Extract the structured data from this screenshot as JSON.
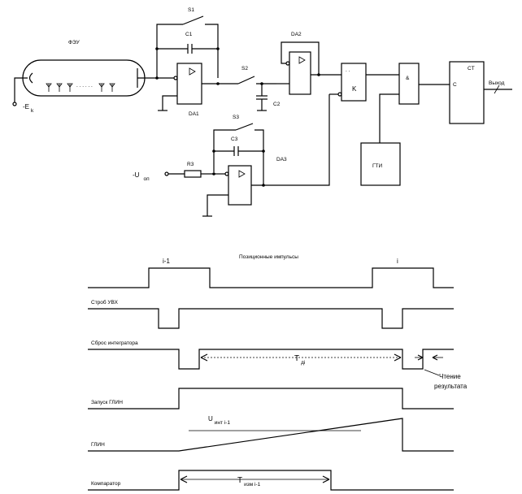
{
  "circuit": {
    "pmt_label": "ФЭУ",
    "ek_main": "-E",
    "ek_sub": "k",
    "s1": "S1",
    "c1": "C1",
    "da1": "DA1",
    "s2": "S2",
    "c2": "C2",
    "da2": "DA2",
    "k": "K",
    "k_dots": ". .",
    "and_symbol": "&",
    "ct": "CT",
    "c_input": "C",
    "output": "Выход",
    "s3": "S3",
    "c3": "C3",
    "da3": "DA3",
    "r3": "R3",
    "uon_main": "-U",
    "uon_sub": "оп",
    "gti": "ГТИ",
    "pmt_dots": ". . . . . ."
  },
  "timing": {
    "i_prev": "i-1",
    "i_cur": "i",
    "position_pulses": "Позиционные импульсы",
    "strobe": "Строб УВХ",
    "reset": "Сброс интегратора",
    "td_main": "T",
    "td_sub": "дi",
    "read_1": "Чтение",
    "read_2": "результата",
    "start_glin": "Запуск ГЛИН",
    "glin": "ГЛИН",
    "u_main": "U",
    "u_sub": "инт i-1",
    "comparator": "Компаратор",
    "tk_main": "T",
    "tk_sub": "изм i-1"
  }
}
